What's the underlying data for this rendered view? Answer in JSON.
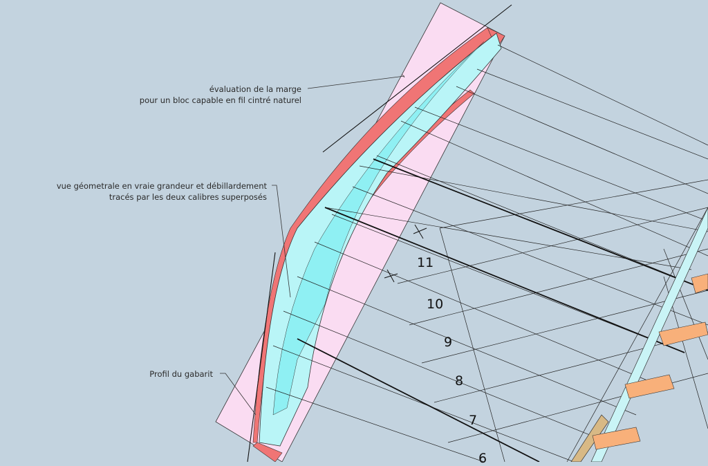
{
  "annotations": {
    "marge_line1": "évaluation de la marge",
    "marge_line2": "pour un bloc capable en fil cintré naturel",
    "vue_line1": "vue géometrale en vraie grandeur et débillardement",
    "vue_line2": "tracés par les deux calibres superposés",
    "profil": "Profil du gabarit"
  },
  "step_numbers": [
    "11",
    "10",
    "9",
    "8",
    "7",
    "6"
  ],
  "colors": {
    "background": "#c3d3df",
    "margin_band": "#fadcf2",
    "template": "#b9f5f7",
    "template_dark": "#8ff0f3",
    "offcut": "#f07575",
    "tread": "#f8b07a",
    "line": "#1e1e1e"
  }
}
